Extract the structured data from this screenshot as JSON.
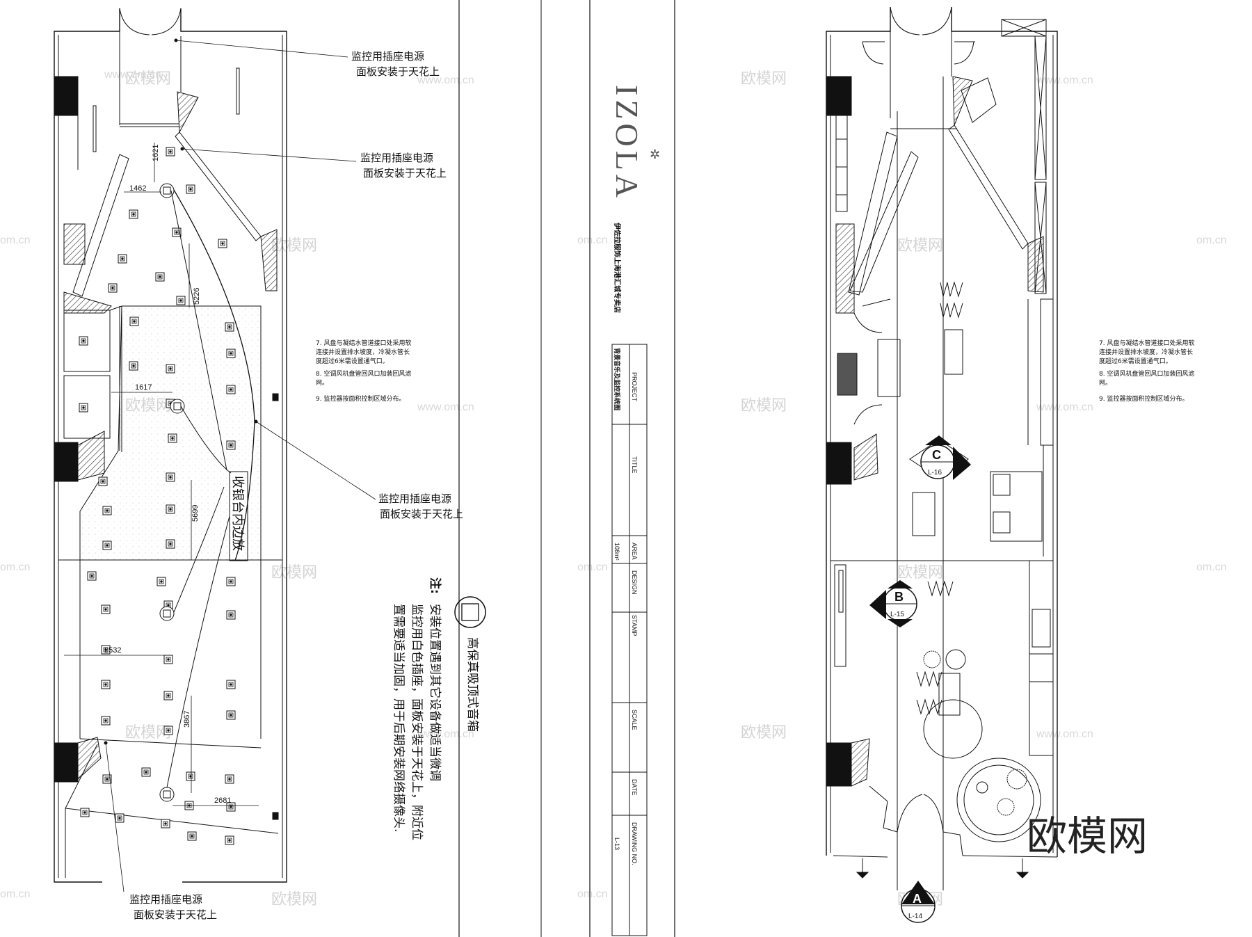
{
  "left_plan": {
    "callouts": [
      {
        "line1": "监控用插座电源",
        "line2": "面板安装于天花上"
      },
      {
        "line1": "监控用插座电源",
        "line2": "面板安装于天花上"
      },
      {
        "line1": "监控用插座电源",
        "line2": "面板安装于天花上"
      },
      {
        "line1": "监控用插座电源",
        "line2": "面板安装于天花上"
      }
    ],
    "dimensions": [
      "1621",
      "1462",
      "5226",
      "1617",
      "5699",
      "2532",
      "3867",
      "2681"
    ],
    "zone_label": "收银台内边放",
    "legend_label": "高保真吸顶式音箱",
    "notes_title": "注:",
    "notes": [
      "安装位置遇到其它设备做适当微调",
      "监控用白色插座，面板安装于天花上，附近位",
      "置需要适当加固，用于后期安装网络摄像头."
    ]
  },
  "spec_notes": [
    "7. 风盘与凝结水管道接口处采用软",
    "连接并设置排水坡度，冷凝水管长",
    "度超过6米需设置通气口。",
    "8. 空调风机盘管回风口加装回风滤",
    "网。",
    "9. 监控器按面积控制区域分布。"
  ],
  "title_block": {
    "logo": "IZOLA",
    "client": "伊佐拉服饰上海港汇城专卖店",
    "project_label": "PROJECT",
    "project_value": "背景音乐及监控系统图",
    "title_label": "TITLE",
    "area_label": "AREA",
    "area_value": "108m²",
    "design_label": "DESIGN",
    "stamp_label": "STAMP",
    "scale_label": "SCALE",
    "date_label": "DATE",
    "drawing_no_label": "DRAWING NO.",
    "drawing_no_value": "L-13"
  },
  "right_plan": {
    "section_markers": [
      {
        "letter": "C",
        "ref": "L-16"
      },
      {
        "letter": "B",
        "ref": "L-15"
      },
      {
        "letter": "A",
        "ref": "L-14"
      }
    ]
  },
  "watermark": {
    "brand": "欧模网",
    "url": "www.om.cn",
    "domain": "om.cn"
  }
}
